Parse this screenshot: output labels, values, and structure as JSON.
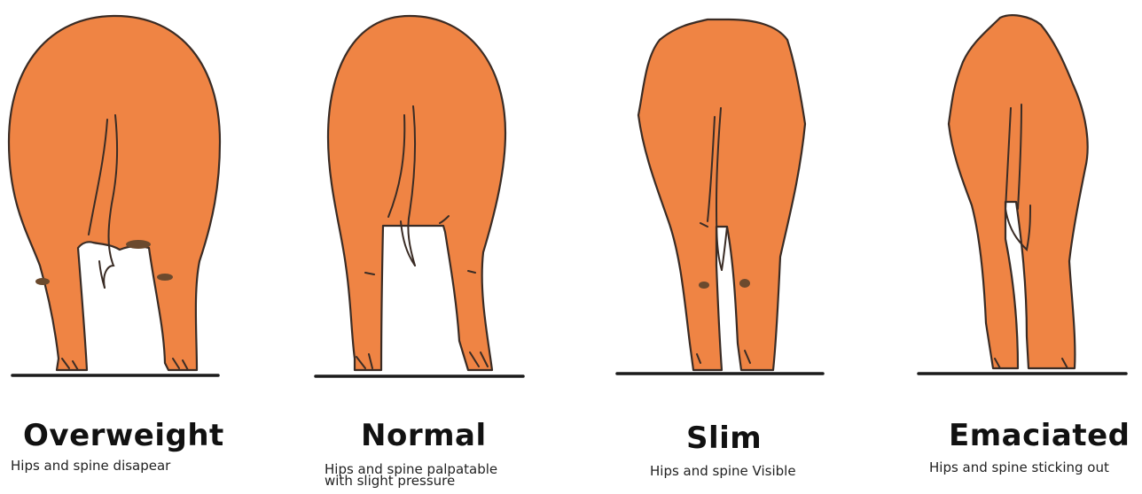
{
  "panels": [
    {
      "title": "Overweight",
      "caption": "Hips and spine disapear",
      "color": "#ef8444"
    },
    {
      "title": "Normal",
      "caption": "Hips and spine palpatable\nwith slight pressure",
      "color": "#ef8444"
    },
    {
      "title": "Slim",
      "caption": "Hips and spine Visible",
      "color": "#ef8444"
    },
    {
      "title": "Emaciated",
      "caption": "Hips and spine sticking out",
      "color": "#ef8444"
    }
  ]
}
